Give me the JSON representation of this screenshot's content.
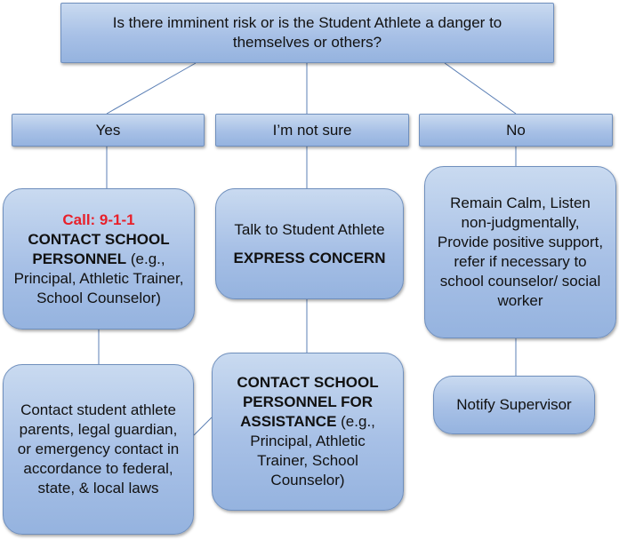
{
  "question": {
    "line1": "Is there imminent risk or is the Student Athlete a danger to",
    "line2": "themselves or others?"
  },
  "options": {
    "yes": "Yes",
    "not_sure": "I’m not sure",
    "no": "No"
  },
  "yes_box": {
    "call": "Call: 9-1-1",
    "contact_bold": "CONTACT SCHOOL PERSONNEL",
    "contact_rest": " (e.g., Principal, Athletic Trainer, School Counselor)"
  },
  "yes_followup": {
    "text": "Contact student athlete parents, legal guardian, or emergency contact in accordance to federal, state, & local laws"
  },
  "notsure_box": {
    "talk": "Talk to Student Athlete",
    "express": "EXPRESS CONCERN"
  },
  "notsure_followup": {
    "contact_bold": "CONTACT SCHOOL PERSONNEL FOR ASSISTANCE",
    "contact_rest": " (e.g., Principal, Athletic Trainer, School Counselor)"
  },
  "no_box": {
    "text": "Remain Calm, Listen non-judgmentally, Provide positive support, refer if necessary to school counselor/ social worker"
  },
  "no_followup": {
    "text": "Notify Supervisor"
  },
  "colors": {
    "box_fill": "#a7c0e6",
    "box_border": "#6f8fbd",
    "connector": "#5b7fb5",
    "call_text": "#e8202a"
  }
}
